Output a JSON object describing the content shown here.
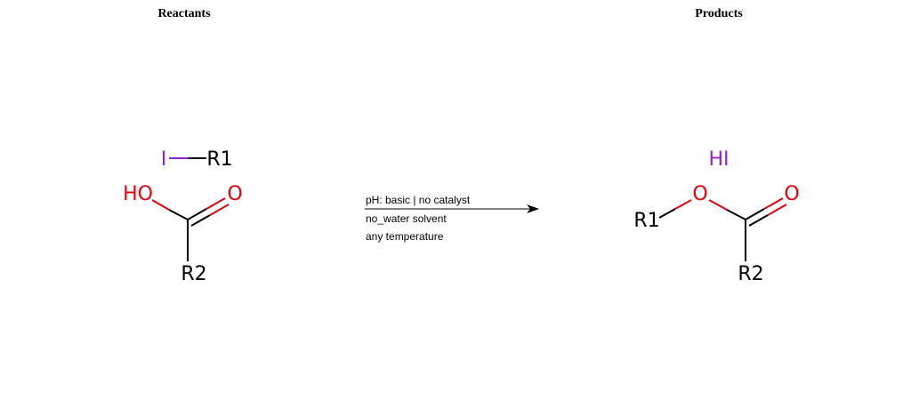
{
  "titles": {
    "reactants": "Reactants",
    "products": "Products"
  },
  "colors": {
    "carbon": "#000000",
    "oxygen": "#e8000b",
    "iodine": "#9421d6"
  },
  "reactants": {
    "alkyl_iodide": {
      "iodine": "I",
      "group": "R1"
    },
    "carboxylic_acid": {
      "hydroxyl": "HO",
      "carbonyl_oxygen": "O",
      "group": "R2"
    }
  },
  "conditions": {
    "line1": "pH: basic | no catalyst",
    "line2": "no_water solvent",
    "line3": "any temperature"
  },
  "products": {
    "hydrogen_iodide": "HI",
    "ester": {
      "alkyl_group": "R1",
      "ester_oxygen": "O",
      "carbonyl_oxygen": "O",
      "acyl_group": "R2"
    }
  }
}
